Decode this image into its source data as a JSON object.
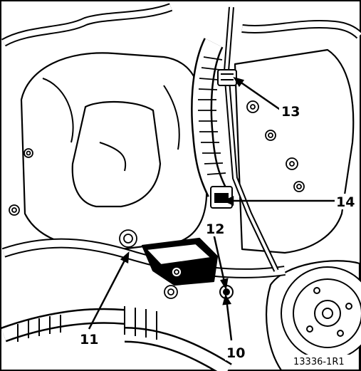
{
  "figure": {
    "callouts": [
      {
        "id": "10",
        "label": "10"
      },
      {
        "id": "11",
        "label": "11"
      },
      {
        "id": "12",
        "label": "12"
      },
      {
        "id": "13",
        "label": "13"
      },
      {
        "id": "14",
        "label": "14"
      }
    ],
    "reference_code": "13336-1R1",
    "colors": {
      "ink": "#000000",
      "paper": "#ffffff"
    }
  }
}
